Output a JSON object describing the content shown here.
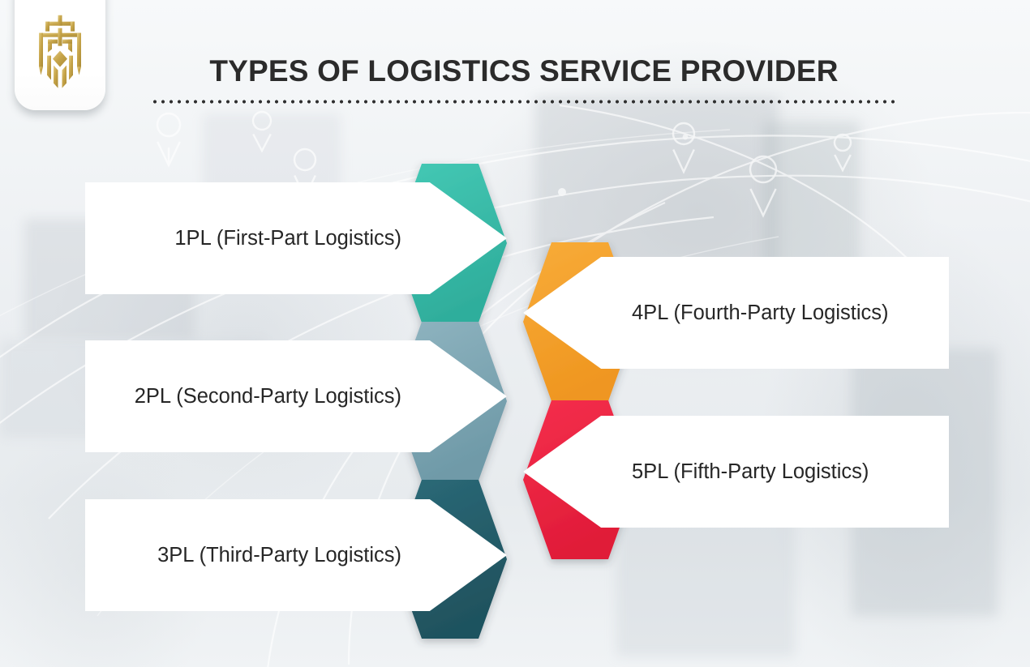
{
  "header": {
    "title": "TYPES OF LOGISTICS SERVICE PROVIDER",
    "logo_icon": "crown-shield-monogram-logo"
  },
  "colors": {
    "teal": "#3CBFAC",
    "orange": "#F4A02B",
    "steel_blue": "#7FA7B4",
    "red": "#EE2744",
    "dark_teal": "#265E6B",
    "title_text": "#2B2B2B",
    "card_text": "#262626",
    "card_background": "#FFFFFF",
    "logo_gold": "#C9A84C"
  },
  "items": [
    {
      "id": "1pl",
      "label": "1PL (First-Part Logistics)",
      "color": "#3CBFAC",
      "column": "left"
    },
    {
      "id": "2pl",
      "label": "2PL (Second-Party Logistics)",
      "color": "#7FA7B4",
      "column": "left"
    },
    {
      "id": "3pl",
      "label": "3PL (Third-Party Logistics)",
      "color": "#265E6B",
      "column": "left"
    },
    {
      "id": "4pl",
      "label": "4PL (Fourth-Party Logistics)",
      "color": "#F4A02B",
      "column": "right"
    },
    {
      "id": "5pl",
      "label": "5PL (Fifth-Party Logistics)",
      "color": "#EE2744",
      "column": "right"
    }
  ],
  "background": {
    "style": "blurred-logistics-photo-with-map-pin-watermarks",
    "decor_icons": [
      "map-pin-icon",
      "network-arc-lines"
    ]
  }
}
